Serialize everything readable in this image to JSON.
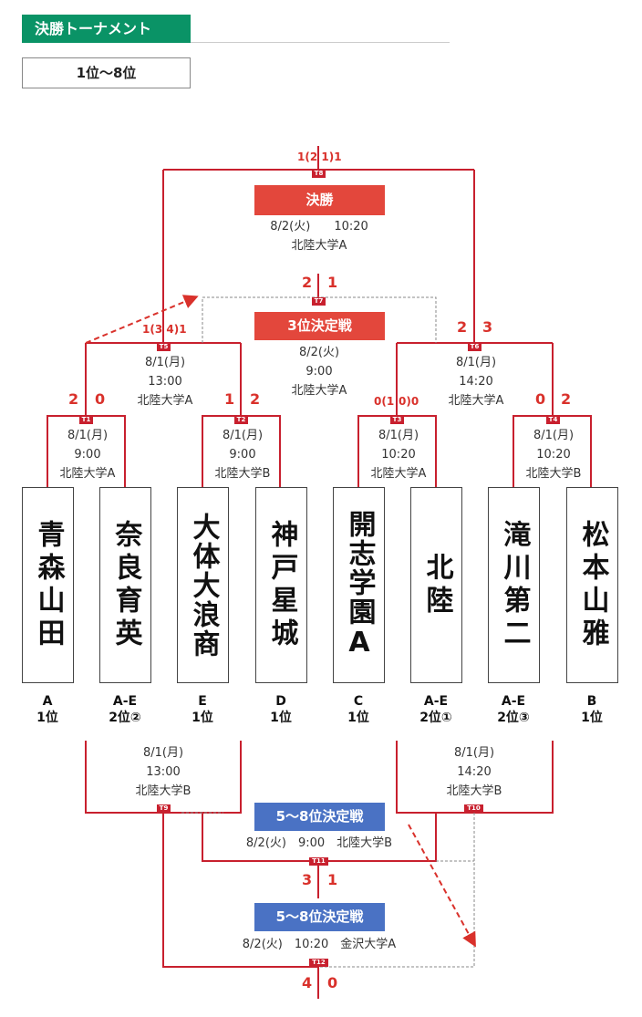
{
  "header": {
    "title": "決勝トーナメント",
    "range": "1位〜8位"
  },
  "teams": [
    {
      "name": "青森山田",
      "group": "A",
      "rank": "1位"
    },
    {
      "name": "奈良育英",
      "group": "A-E",
      "rank": "2位②"
    },
    {
      "name": "大体大浪商",
      "group": "E",
      "rank": "1位"
    },
    {
      "name": "神戸星城",
      "group": "D",
      "rank": "1位"
    },
    {
      "name": "開志学園A",
      "group": "C",
      "rank": "1位"
    },
    {
      "name": "北陸",
      "group": "A-E",
      "rank": "2位①"
    },
    {
      "name": "滝川第二",
      "group": "A-E",
      "rank": "2位③"
    },
    {
      "name": "松本山雅",
      "group": "B",
      "rank": "1位"
    }
  ],
  "matches": {
    "t1": {
      "tag": "T1",
      "date": "8/1(月)",
      "time": "9:00",
      "venue": "北陸大学A",
      "score_left": "2",
      "score_right": "0"
    },
    "t2": {
      "tag": "T2",
      "date": "8/1(月)",
      "time": "9:00",
      "venue": "北陸大学B",
      "score_left": "1",
      "score_right": "2"
    },
    "t3": {
      "tag": "T3",
      "date": "8/1(月)",
      "time": "10:20",
      "venue": "北陸大学A",
      "score_left": "0(1",
      "score_right": "0)0"
    },
    "t4": {
      "tag": "T4",
      "date": "8/1(月)",
      "time": "10:20",
      "venue": "北陸大学B",
      "score_left": "0",
      "score_right": "2"
    },
    "t5": {
      "tag": "T5",
      "date": "8/1(月)",
      "time": "13:00",
      "venue": "北陸大学A",
      "score": "1(3 4)1"
    },
    "t6": {
      "tag": "T6",
      "date": "8/1(月)",
      "time": "14:20",
      "venue": "北陸大学A",
      "score_left": "2",
      "score_right": "3"
    },
    "t7": {
      "tag": "T7",
      "label": "3位決定戦",
      "date": "8/2(火)",
      "time": "9:00",
      "venue": "北陸大学A",
      "score_left": "2",
      "score_right": "1"
    },
    "t8": {
      "tag": "T8",
      "label": "決勝",
      "date": "8/2(火)",
      "time": "10:20",
      "venue": "北陸大学A",
      "score": "1(2 1)1"
    },
    "t9": {
      "tag": "T9",
      "date": "8/1(月)",
      "time": "13:00",
      "venue": "北陸大学B"
    },
    "t10": {
      "tag": "T10",
      "date": "8/1(月)",
      "time": "14:20",
      "venue": "北陸大学B"
    },
    "t11": {
      "tag": "T11",
      "label": "5〜8位決定戦",
      "line": "8/2(火)　9:00　北陸大学B",
      "score_left": "3",
      "score_right": "1"
    },
    "t12": {
      "tag": "T12",
      "label": "5〜8位決定戦",
      "line": "8/2(火)　10:20　金沢大学A",
      "score_left": "4",
      "score_right": "0"
    }
  },
  "colors": {
    "accent_green": "#0a9366",
    "bracket_red": "#c8202e",
    "banner_red": "#e3473c",
    "banner_blue": "#4a72c4"
  }
}
